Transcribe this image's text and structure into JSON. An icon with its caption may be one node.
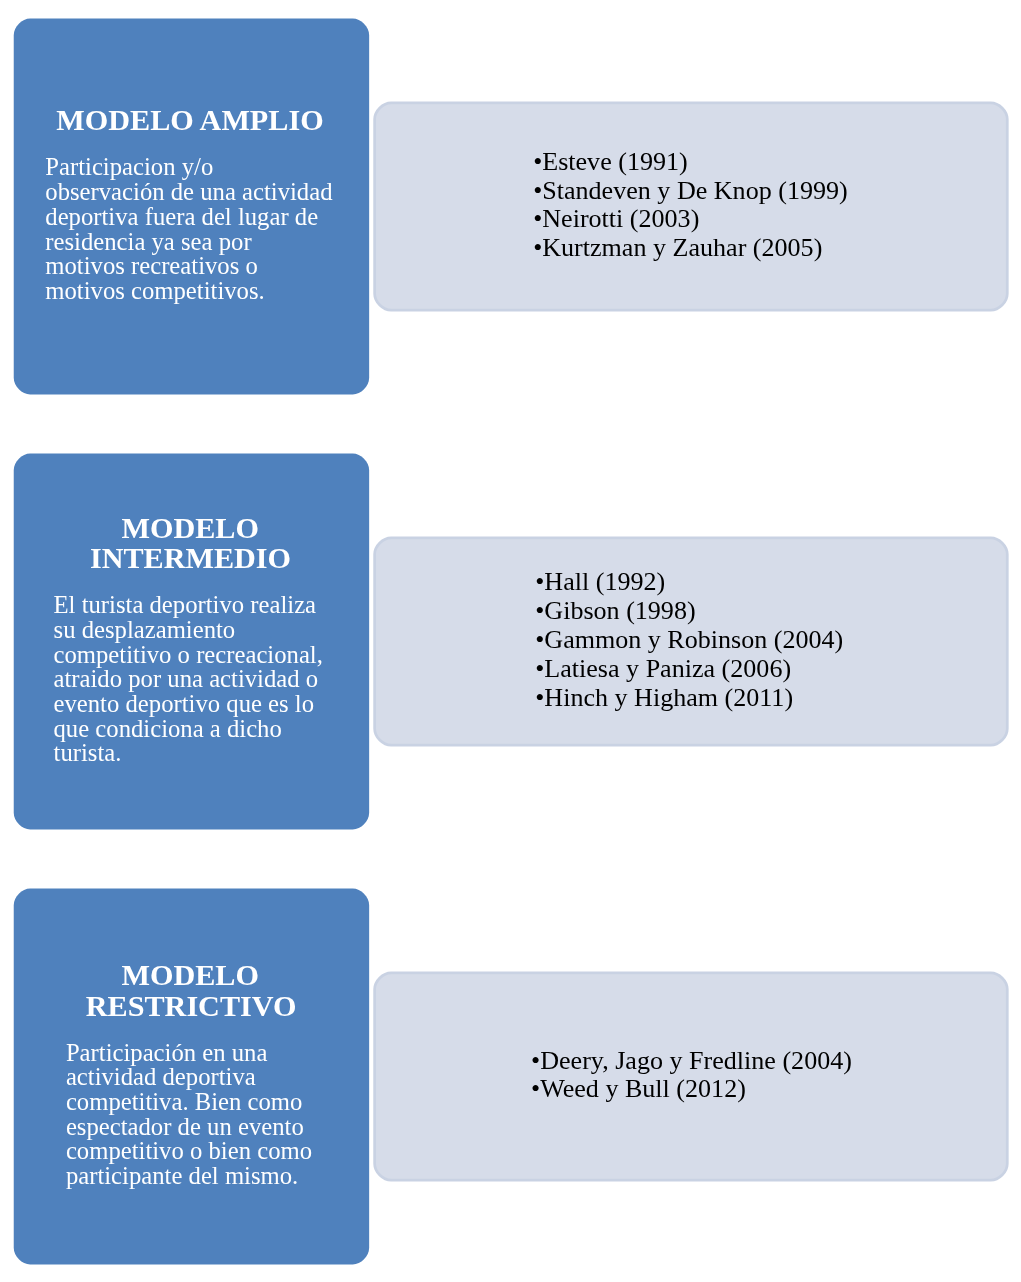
{
  "diagram": {
    "nodes": [
      {
        "text": [
          "MODELO AMPLIO",
          "Participacion y/o observación de una actividad deportiva fuera del lugar de residencia ya sea por motivos recreativos o motivos competitivos."
        ]
      },
      {
        "text": [
          "•Esteve (1991)",
          "•Standeven y De Knop (1999)",
          "•Neirotti (2003)",
          "•Kurtzman y Zauhar (2005)"
        ]
      },
      {
        "text": [
          "MODELO INTERMEDIO",
          "El turista deportivo realiza su desplazamiento competitivo o recreacional, atraido por una actividad o evento deportivo que es lo que condiciona a dicho turista."
        ]
      },
      {
        "text": [
          "•Hall (1992)",
          "•Gibson (1998)",
          "•Gammon y Robinson (2004)",
          "•Latiesa y Paniza (2006)",
          "•Hinch y Higham (2011)"
        ]
      },
      {
        "text": [
          "MODELO RESTRICTIVO",
          "Participación en una actividad deportiva competitiva. Bien como espectador de un evento competitivo o bien como participante del mismo."
        ]
      },
      {
        "text": [
          "•Deery, Jago y Fredline (2004)",
          "•Weed y Bull (2012)"
        ]
      }
    ],
    "edges": []
  }
}
